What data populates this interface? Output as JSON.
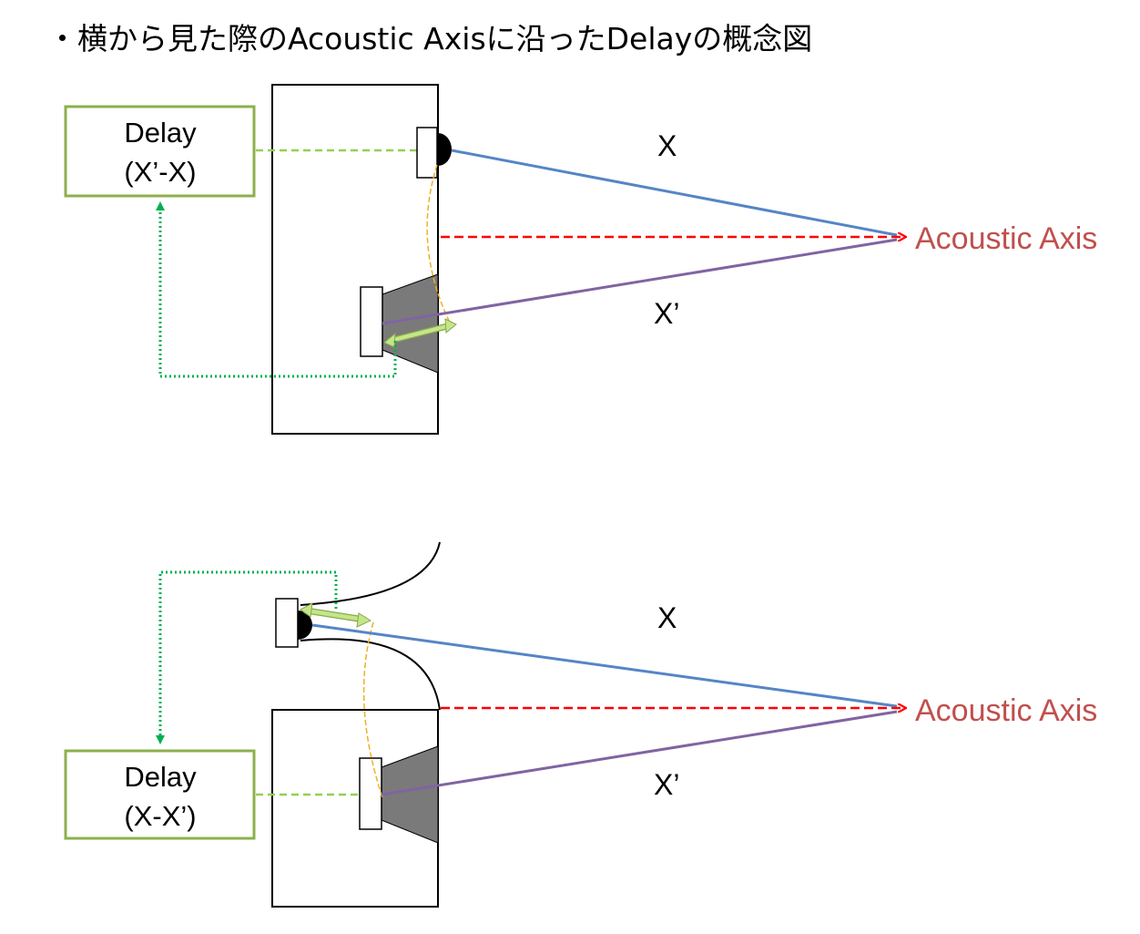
{
  "title": "・横から見た際のAcoustic Axisに沿ったDelayの概念図",
  "top": {
    "delay_box": {
      "line1": "Delay",
      "line2": "(X’-X)"
    },
    "label_x": "X",
    "label_x_prime": "X’",
    "axis_label": "Acoustic Axis"
  },
  "bottom": {
    "delay_box": {
      "line1": "Delay",
      "line2": "(X-X’)"
    },
    "label_x": "X",
    "label_x_prime": "X’",
    "axis_label": "Acoustic Axis"
  },
  "colors": {
    "delay_box_border": "#8cb04e",
    "delay_signal_dashed": "#92d050",
    "feedback_dotted": "#00b050",
    "path_x": "#5585c5",
    "path_x_prime": "#8064a2",
    "acoustic_axis": "#ff0000",
    "axis_label": "#c0504d",
    "wavefront": "#f0b020",
    "driver_cone": "#7a7a7a",
    "offset_arrow": "#c4e68a"
  }
}
